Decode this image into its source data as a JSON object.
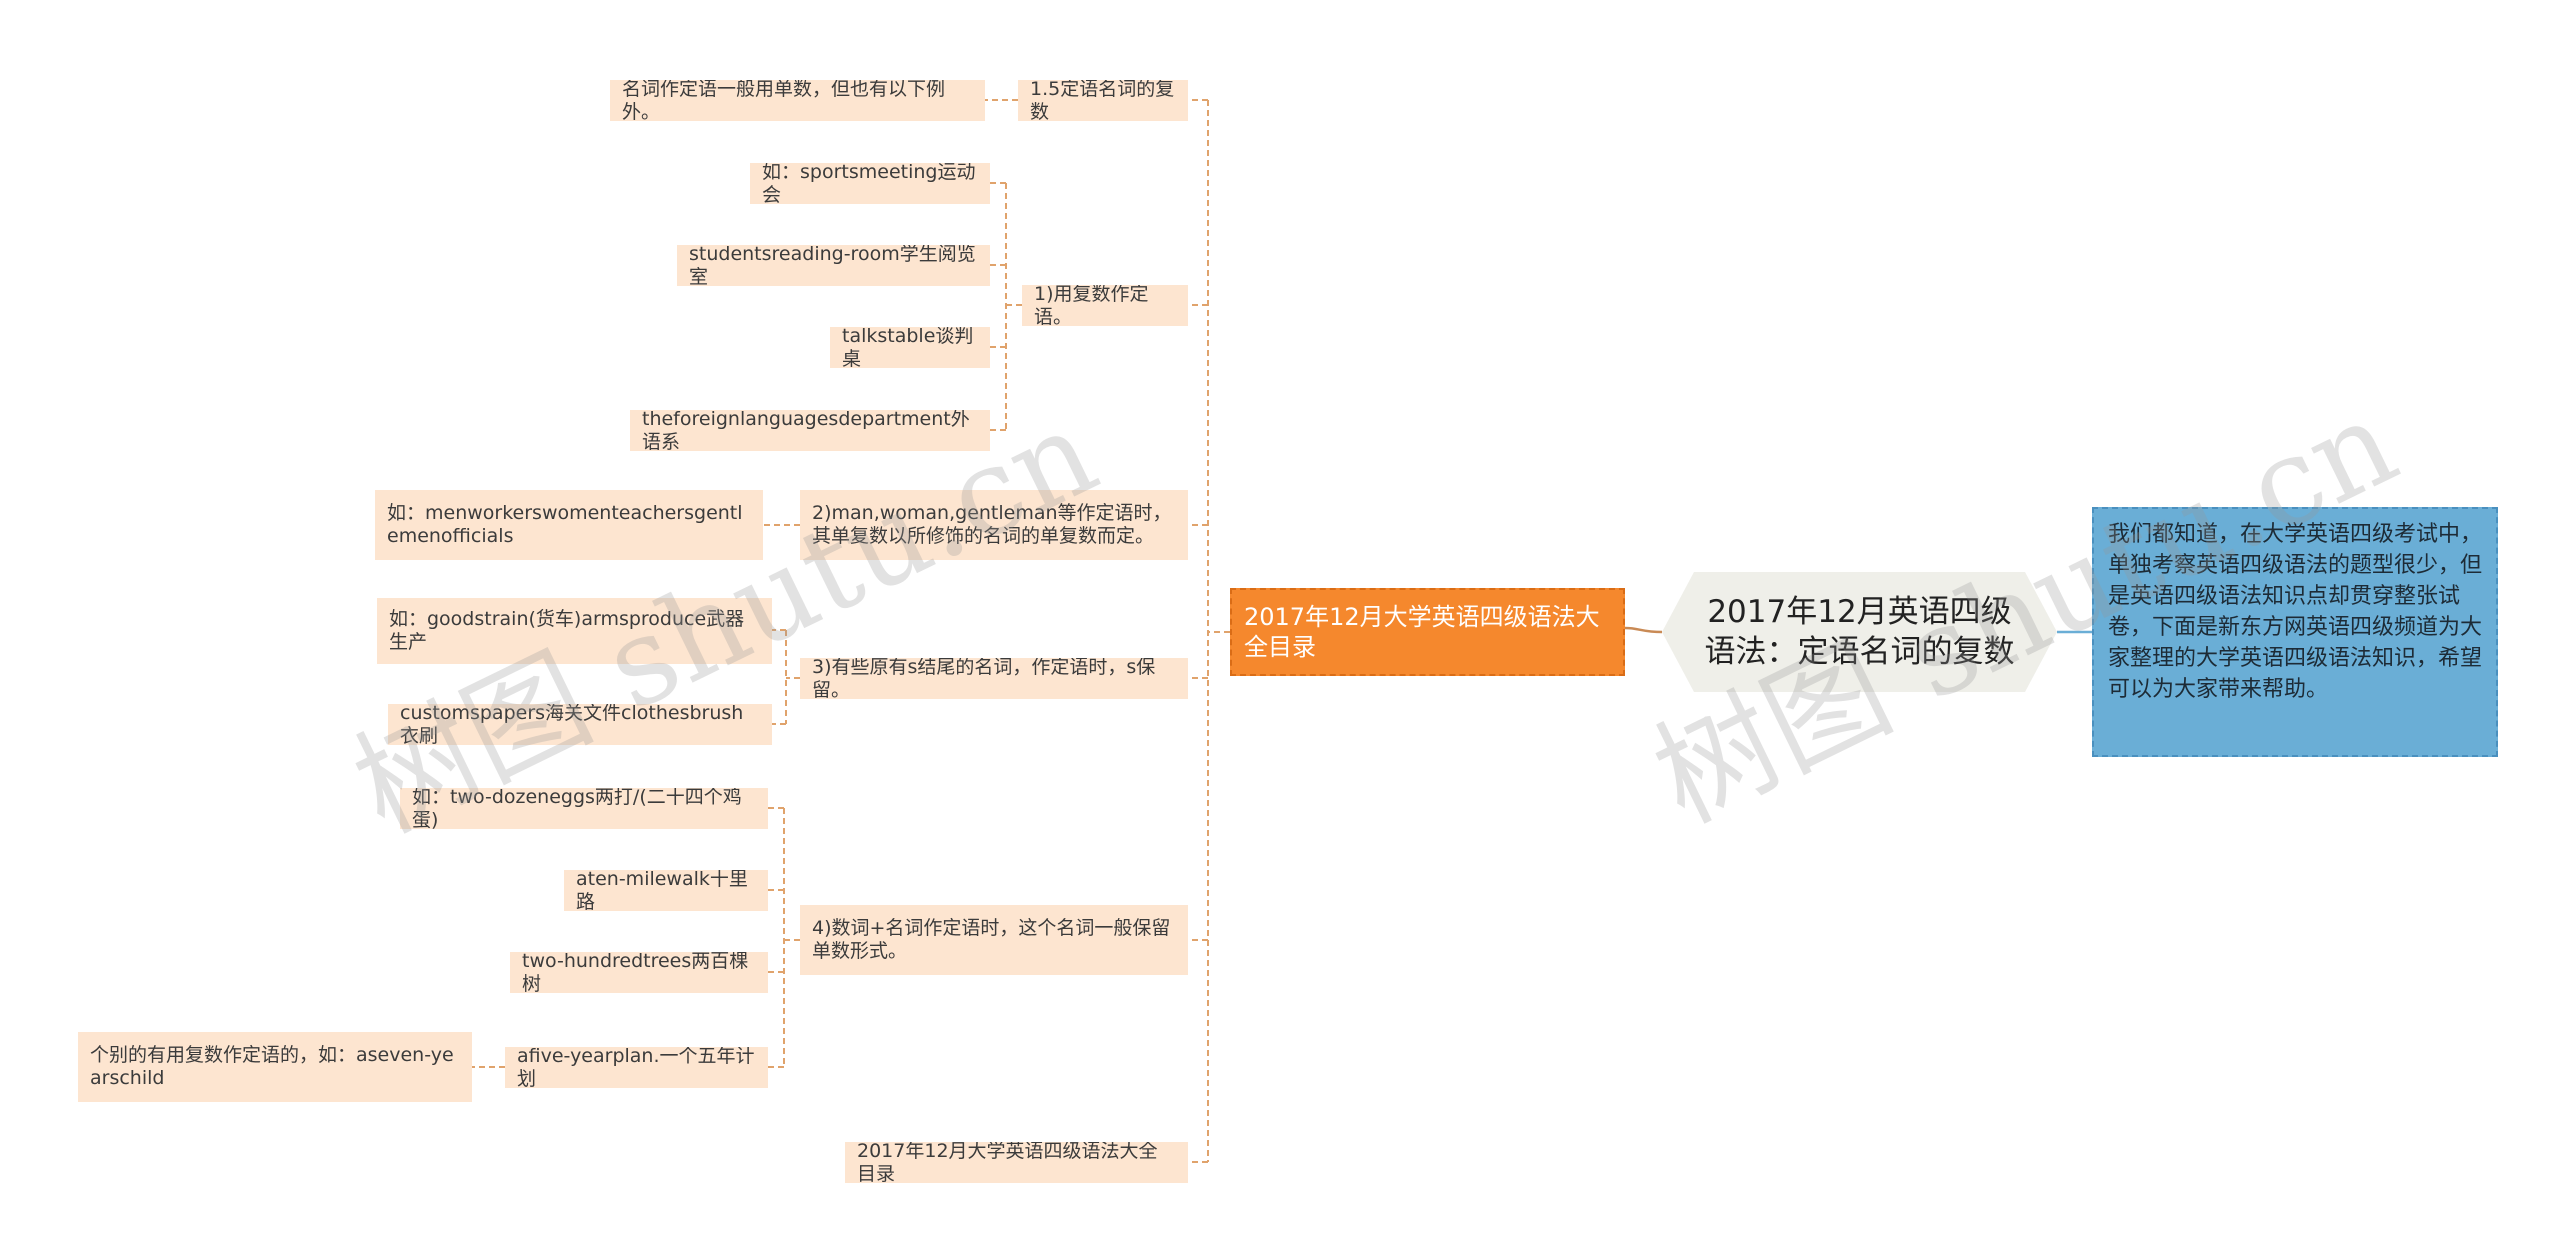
{
  "mindmap": {
    "root": "2017年12月英语四级语法：定语名词的复数",
    "summary": "我们都知道，在大学英语四级考试中，单独考察英语四级语法的题型很少，但是英语四级语法知识点却贯穿整张试卷，下面是新东方网英语四级频道为大家整理的大学英语四级语法知识，希望可以为大家带来帮助。",
    "branch": "2017年12月大学英语四级语法大全目录",
    "topics": {
      "t15": "1.5定语名词的复数",
      "t15_note": "名词作定语一般用单数，但也有以下例外。",
      "t1": "1)用复数作定语。",
      "t1_c1": "如：sportsmeeting运动会",
      "t1_c2": "studentsreading-room学生阅览室",
      "t1_c3": "talkstable谈判桌",
      "t1_c4": "theforeignlanguagesdepartment外语系",
      "t2": "2)man,woman,gentleman等作定语时，其单复数以所修饰的名词的单复数而定。",
      "t2_c1": "如：menworkerswomenteachersgentlemenofficials",
      "t3": "3)有些原有s结尾的名词，作定语时，s保留。",
      "t3_c1": "如：goodstrain(货车)armsproduce武器生产",
      "t3_c2": "customspapers海关文件clothesbrush衣刷",
      "t4": "4)数词+名词作定语时，这个名词一般保留单数形式。",
      "t4_c1": "如：two-dozeneggs两打/(二十四个鸡蛋)",
      "t4_c2": "aten-milewalk十里路",
      "t4_c3": "two-hundredtrees两百棵树",
      "t4_c4": "afive-yearplan.一个五年计划",
      "t4_c4_note": "个别的有用复数作定语的，如：aseven-yearschild",
      "t_last": "2017年12月大学英语四级语法大全目录"
    },
    "watermark": "树图 shutu.cn",
    "colors": {
      "root_bg": "#efefe9",
      "branch_bg": "#f5882d",
      "leaf_bg": "#fde5d0",
      "summary_bg": "#6aaed6",
      "link_orange": "#e0a36c",
      "link_blue": "#6aaed6"
    }
  }
}
